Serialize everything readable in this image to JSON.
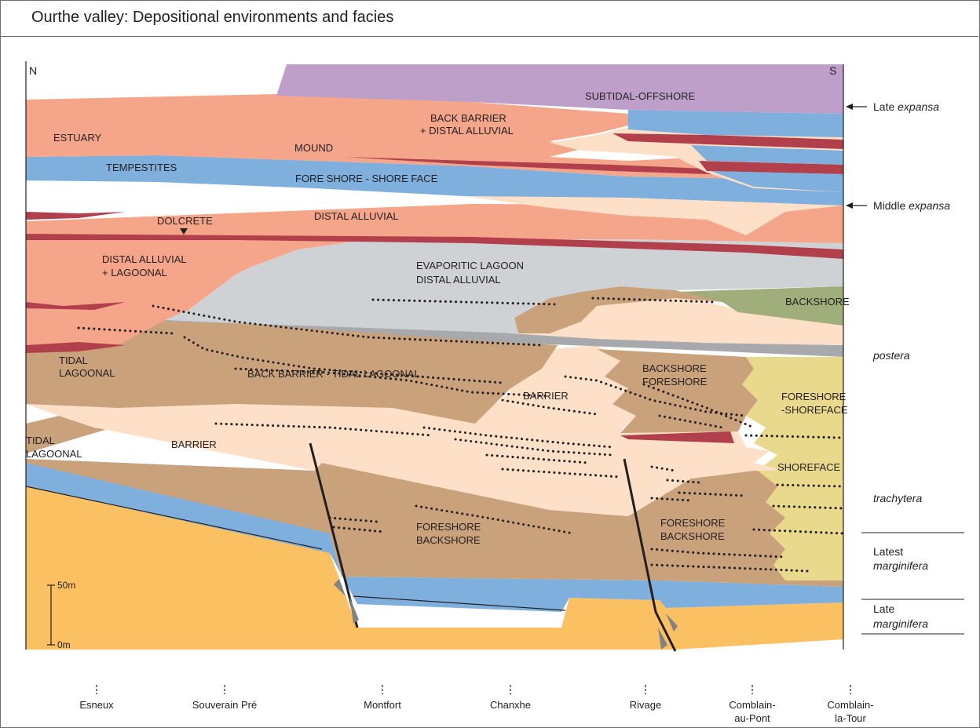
{
  "title": "Ourthe valley: Depositional environments and facies",
  "compass": {
    "north": "N",
    "south": "S"
  },
  "facies_labels": {
    "subtidal_offshore": "SUBTIDAL-OFFSHORE",
    "estuary": "ESTUARY",
    "back_barrier_alluvial_1": "BACK BARRIER",
    "back_barrier_alluvial_2": "+ DISTAL ALLUVIAL",
    "mound": "MOUND",
    "tempestites": "TEMPESTITES",
    "fore_shore_shore_face": "FORE SHORE - SHORE FACE",
    "dolcrete": "DOLCRETE",
    "distal_alluvial": "DISTAL ALLUVIAL",
    "distal_alluvial_lagoonal_1": "DISTAL ALLUVIAL",
    "distal_alluvial_lagoonal_2": "+ LAGOONAL",
    "evaporitic_lagoon_1": "EVAPORITIC LAGOON",
    "evaporitic_lagoon_2": "DISTAL ALLUVIAL",
    "backshore": "BACKSHORE",
    "tidal_lagoonal_upper_1": "TIDAL",
    "tidal_lagoonal_upper_2": "LAGOONAL",
    "back_barrier_tidal_lagoonal": "BACK BARRIER - TIDAL LAGOONAL",
    "barrier_mid": "BARRIER",
    "backshore_foreshore_1": "BACKSHORE",
    "backshore_foreshore_2": "FORESHORE",
    "foreshore_shoreface_1": "FORESHORE",
    "foreshore_shoreface_2": "-SHOREFACE",
    "tidal_lagoonal_lower_1": "TIDAL",
    "tidal_lagoonal_lower_2": "LAGOONAL",
    "barrier_lower": "BARRIER",
    "shoreface": "SHOREFACE",
    "foreshore_backshore_left_1": "FORESHORE",
    "foreshore_backshore_left_2": "BACKSHORE",
    "foreshore_backshore_right_1": "FORESHORE",
    "foreshore_backshore_right_2": "BACKSHORE"
  },
  "zones": {
    "late_expansa": {
      "prefix": "Late ",
      "name": "expansa"
    },
    "middle_expansa": {
      "prefix": "Middle ",
      "name": "expansa"
    },
    "postera": "postera",
    "trachytera": "trachytera",
    "latest_marginifera": {
      "line1": "Latest",
      "line2": "marginifera"
    },
    "late_marginifera": {
      "line1": "Late",
      "line2": "marginifera"
    }
  },
  "scale": {
    "top": "50m",
    "bottom": "0m"
  },
  "localities": [
    {
      "line1": "Esneux",
      "line2": ""
    },
    {
      "line1": "Souverain Pré",
      "line2": ""
    },
    {
      "line1": "Montfort",
      "line2": ""
    },
    {
      "line1": "Chanxhe",
      "line2": ""
    },
    {
      "line1": "Rivage",
      "line2": ""
    },
    {
      "line1": "Comblain-",
      "line2": "au-Pont"
    },
    {
      "line1": "Comblain-",
      "line2": "la-Tour"
    }
  ],
  "colors": {
    "subtidal_offshore": "#bd9fca",
    "distal_alluvial": "#f4a58a",
    "dolcrete_red": "#b2404c",
    "shoreface_blue": "#7fb0dd",
    "barrier_light": "#fde0c7",
    "lagoon_grey": "#cfd2d4",
    "grey_band": "#a7a9ac",
    "tidal_brown": "#c9a27c",
    "backshore_green": "#9fae7a",
    "shoreface_yellow": "#e9d98c",
    "basement_orange": "#fbc062"
  }
}
